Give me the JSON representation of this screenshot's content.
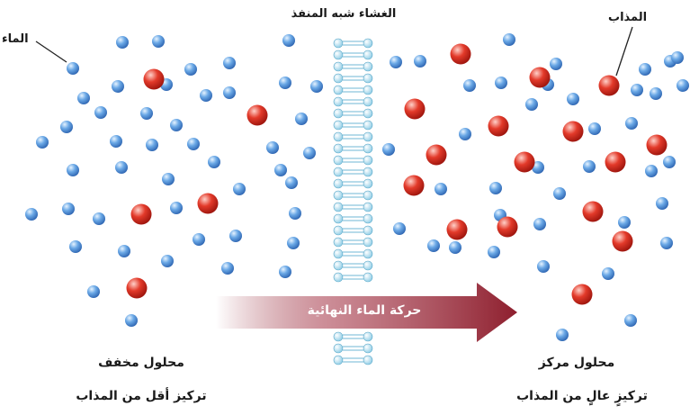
{
  "labels": {
    "membrane": "الغشاء شبه المنفذ",
    "water": "الماء",
    "solute": "المذاب",
    "net_water_movement": "حركة الماء النهائية",
    "dilute_solution": "محلول مخفف",
    "concentrated_solution": "محلول مركز",
    "low_concentration": "تركيز أقل من المذاب",
    "high_concentration": "تركيزٍ عالٍ من المذاب"
  },
  "colors": {
    "water": "#4a90d9",
    "solute": "#d42a1e",
    "arrow": "#8e1f2e",
    "membrane": "#9fd7ee"
  },
  "arrow_direction": "left-to-right"
}
